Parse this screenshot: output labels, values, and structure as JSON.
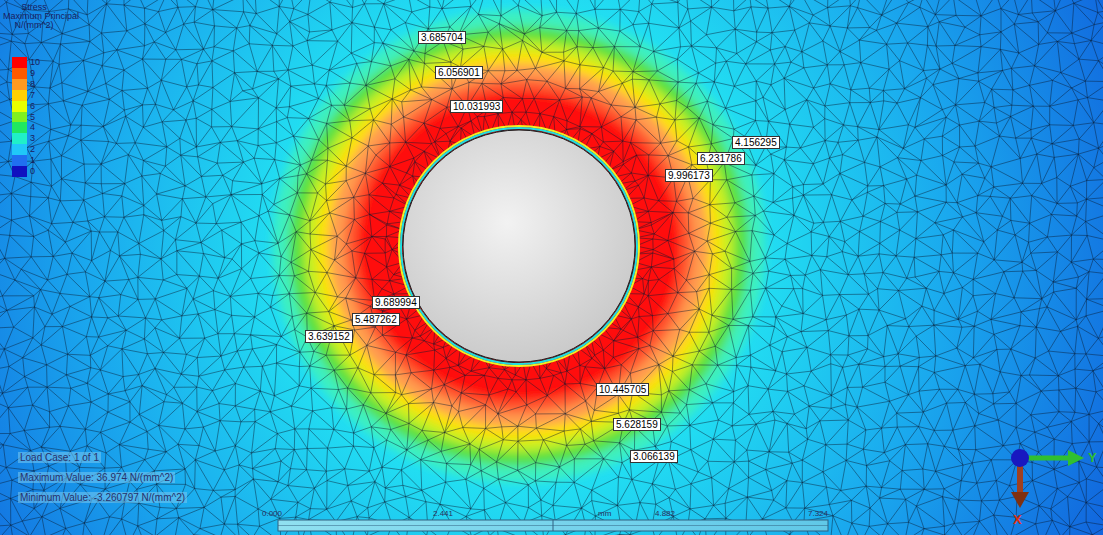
{
  "diagram": {
    "labels": [
      "Stress",
      "Maximum Principal",
      "N/(mm^2)",
      "3.685704",
      "6.056901",
      "10.031993",
      "4.156295",
      "6.231786",
      "9.996173",
      "9.689994",
      "5.487262",
      "3.639152",
      "10.445705",
      "5.628159",
      "3.066139",
      "Load Case:  1 of 1",
      "Maximum Value: 36.974 N/(mm^2)",
      "Minimum Value: -3.260797 N/(mm^2)",
      "0.000",
      "2.441",
      "mm",
      "4.882",
      "7.324",
      "Y",
      "X"
    ],
    "legend": [
      {
        "text": "10",
        "color": "#ff0000"
      },
      {
        "text": "9",
        "color": "#ff5a00"
      },
      {
        "text": "8",
        "color": "#ff9a20"
      },
      {
        "text": "7",
        "color": "#ffd000"
      },
      {
        "text": "6",
        "color": "#e8ff00"
      },
      {
        "text": "5",
        "color": "#80f020"
      },
      {
        "text": "4",
        "color": "#20e860"
      },
      {
        "text": "3",
        "color": "#20f0c8"
      },
      {
        "text": "2",
        "color": "#20c8f8"
      },
      {
        "text": "1",
        "color": "#2070f0"
      },
      {
        "text": "0",
        "color": "#1010c0"
      }
    ]
  }
}
